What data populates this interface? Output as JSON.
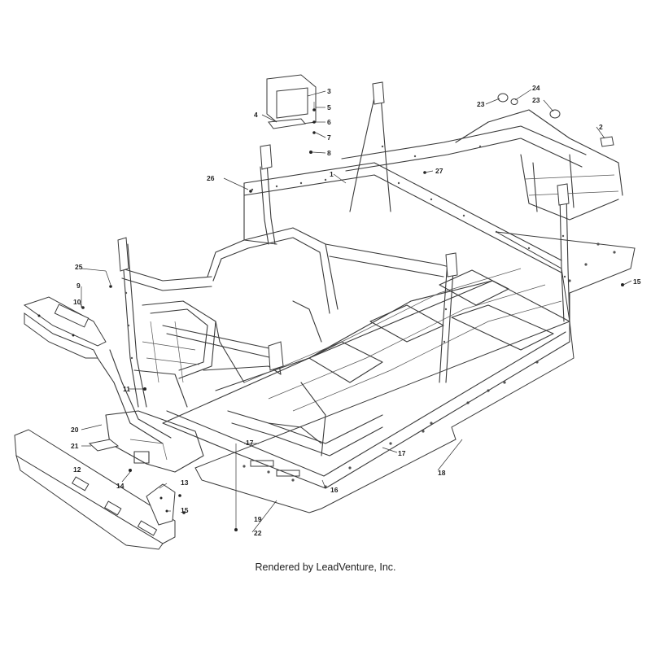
{
  "diagram": {
    "callouts": [
      {
        "id": "c1",
        "label": "1"
      },
      {
        "id": "c2",
        "label": "2"
      },
      {
        "id": "c3",
        "label": "3"
      },
      {
        "id": "c4",
        "label": "4"
      },
      {
        "id": "c5",
        "label": "5"
      },
      {
        "id": "c6",
        "label": "6"
      },
      {
        "id": "c7",
        "label": "7"
      },
      {
        "id": "c8",
        "label": "8"
      },
      {
        "id": "c9",
        "label": "9"
      },
      {
        "id": "c10",
        "label": "10"
      },
      {
        "id": "c11",
        "label": "11"
      },
      {
        "id": "c12",
        "label": "12"
      },
      {
        "id": "c13",
        "label": "13"
      },
      {
        "id": "c14",
        "label": "14"
      },
      {
        "id": "c15a",
        "label": "15"
      },
      {
        "id": "c15b",
        "label": "15"
      },
      {
        "id": "c16",
        "label": "16"
      },
      {
        "id": "c17a",
        "label": "17"
      },
      {
        "id": "c17b",
        "label": "17"
      },
      {
        "id": "c18",
        "label": "18"
      },
      {
        "id": "c19",
        "label": "19"
      },
      {
        "id": "c20",
        "label": "20"
      },
      {
        "id": "c21",
        "label": "21"
      },
      {
        "id": "c22",
        "label": "22"
      },
      {
        "id": "c23a",
        "label": "23"
      },
      {
        "id": "c23b",
        "label": "23"
      },
      {
        "id": "c24",
        "label": "24"
      },
      {
        "id": "c25",
        "label": "25"
      },
      {
        "id": "c26",
        "label": "26"
      },
      {
        "id": "c27",
        "label": "27"
      }
    ]
  },
  "footer": {
    "credit": "Rendered by LeadVenture, Inc."
  }
}
